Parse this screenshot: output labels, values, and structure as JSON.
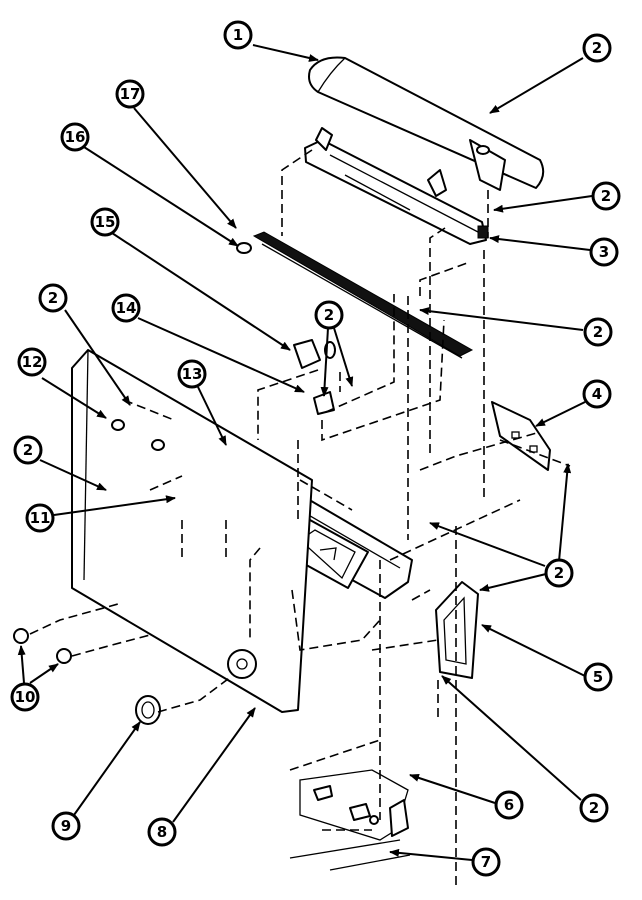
{
  "callouts": [
    {
      "id": "1",
      "label": "1"
    },
    {
      "id": "2a",
      "label": "2"
    },
    {
      "id": "2b",
      "label": "2"
    },
    {
      "id": "3",
      "label": "3"
    },
    {
      "id": "2c",
      "label": "2"
    },
    {
      "id": "2d",
      "label": "2"
    },
    {
      "id": "2e",
      "label": "2"
    },
    {
      "id": "2f",
      "label": "2"
    },
    {
      "id": "4",
      "label": "4"
    },
    {
      "id": "2g",
      "label": "2"
    },
    {
      "id": "5",
      "label": "5"
    },
    {
      "id": "2h",
      "label": "2"
    },
    {
      "id": "6",
      "label": "6"
    },
    {
      "id": "7",
      "label": "7"
    },
    {
      "id": "8",
      "label": "8"
    },
    {
      "id": "9",
      "label": "9"
    },
    {
      "id": "10",
      "label": "10"
    },
    {
      "id": "11",
      "label": "11"
    },
    {
      "id": "12",
      "label": "12"
    },
    {
      "id": "13",
      "label": "13"
    },
    {
      "id": "14",
      "label": "14"
    },
    {
      "id": "15",
      "label": "15"
    },
    {
      "id": "16",
      "label": "16"
    },
    {
      "id": "17",
      "label": "17"
    }
  ]
}
